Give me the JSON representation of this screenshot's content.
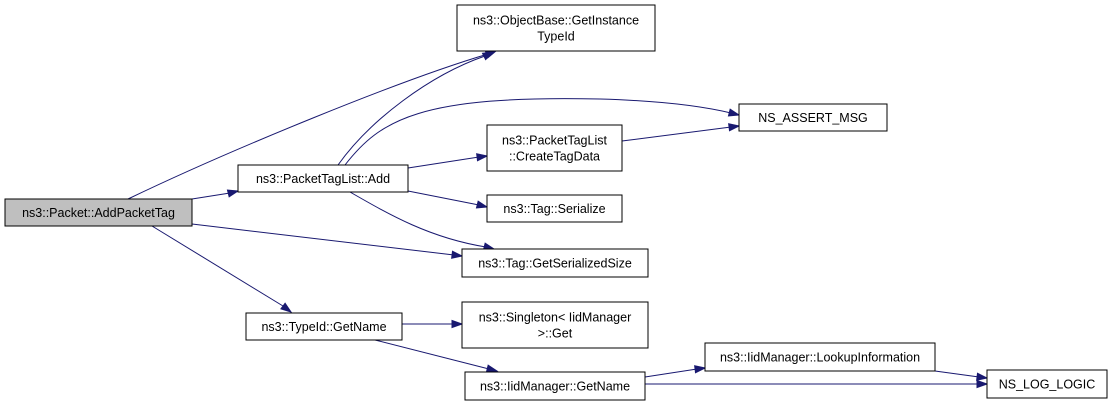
{
  "colors": {
    "edge": "#191970",
    "root_fill": "#bfbfbf",
    "node_fill": "#ffffff",
    "border": "#000000"
  },
  "nodes": {
    "add_packet_tag": [
      "ns3::Packet::AddPacketTag"
    ],
    "get_instance_typeid": [
      "ns3::ObjectBase::GetInstance",
      "TypeId"
    ],
    "packet_tag_list_add": [
      "ns3::PacketTagList::Add"
    ],
    "ns_assert_msg": [
      "NS_ASSERT_MSG"
    ],
    "create_tag_data": [
      "ns3::PacketTagList",
      "::CreateTagData"
    ],
    "tag_serialize": [
      "ns3::Tag::Serialize"
    ],
    "tag_get_serialized_size": [
      "ns3::Tag::GetSerializedSize"
    ],
    "typeid_get_name": [
      "ns3::TypeId::GetName"
    ],
    "singleton_get": [
      "ns3::Singleton< IidManager",
      ">::Get"
    ],
    "iid_manager_get_name": [
      "ns3::IidManager::GetName"
    ],
    "lookup_information": [
      "ns3::IidManager::LookupInformation"
    ],
    "ns_log_logic": [
      "NS_LOG_LOGIC"
    ]
  },
  "edges": [
    [
      "add_packet_tag",
      "get_instance_typeid"
    ],
    [
      "add_packet_tag",
      "packet_tag_list_add"
    ],
    [
      "add_packet_tag",
      "tag_get_serialized_size"
    ],
    [
      "add_packet_tag",
      "typeid_get_name"
    ],
    [
      "packet_tag_list_add",
      "get_instance_typeid"
    ],
    [
      "packet_tag_list_add",
      "ns_assert_msg"
    ],
    [
      "packet_tag_list_add",
      "create_tag_data"
    ],
    [
      "packet_tag_list_add",
      "tag_serialize"
    ],
    [
      "packet_tag_list_add",
      "tag_get_serialized_size"
    ],
    [
      "create_tag_data",
      "ns_assert_msg"
    ],
    [
      "typeid_get_name",
      "singleton_get"
    ],
    [
      "typeid_get_name",
      "iid_manager_get_name"
    ],
    [
      "iid_manager_get_name",
      "lookup_information"
    ],
    [
      "iid_manager_get_name",
      "ns_log_logic"
    ],
    [
      "lookup_information",
      "ns_log_logic"
    ]
  ]
}
